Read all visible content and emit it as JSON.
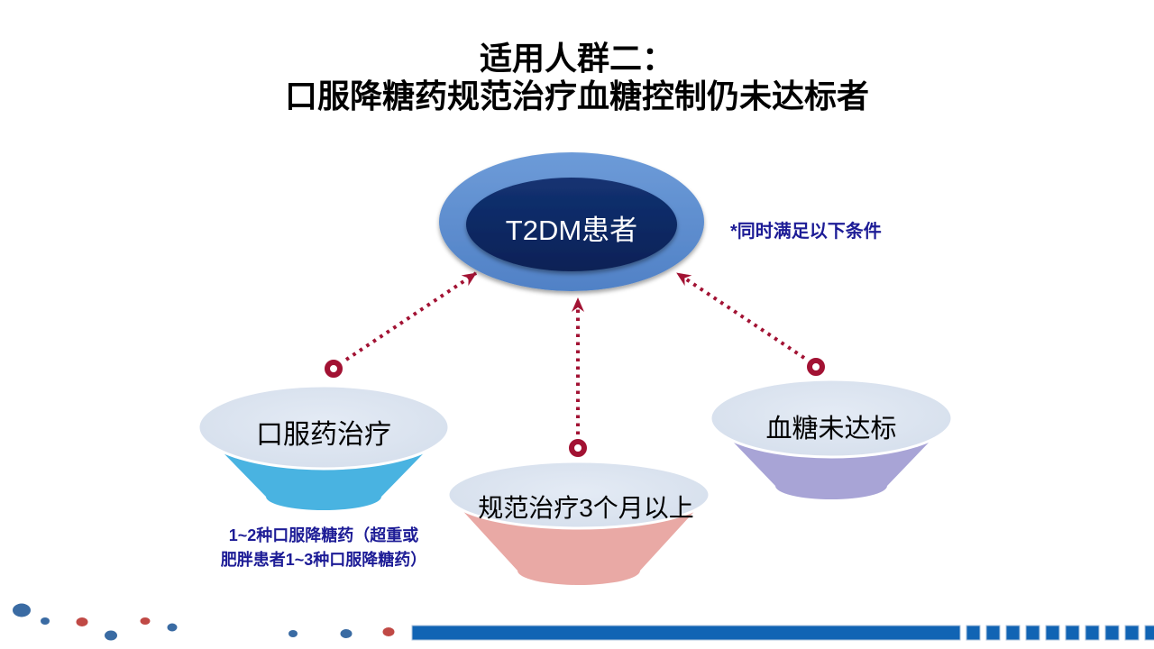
{
  "title": {
    "line1": "适用人群二：",
    "line2": "口服降糖药规范治疗血糖控制仍未达标者"
  },
  "diagram": {
    "center": {
      "label": "T2DM患者"
    },
    "note": "*同时满足以下条件",
    "bowls": [
      {
        "label": "口服药治疗",
        "body_color": "#49b3e1"
      },
      {
        "label": "规范治疗3个月以上",
        "body_color": "#e9a9a5"
      },
      {
        "label": "血糖未达标",
        "body_color": "#a8a4d6"
      }
    ],
    "caption": {
      "line1": "1~2种口服降糖药（超重或",
      "line2": "肥胖患者1~3种口服降糖药）"
    }
  },
  "colors": {
    "outer_ellipse": "#5c8dd0",
    "inner_ellipse": "#0e2a63",
    "bowl_rim": "#dae3f0",
    "arrow": "#a21233",
    "note_text": "#1d1c96",
    "footer_bar": "#1164b4",
    "decor_blue": "#3a6ba3",
    "decor_red": "#c04945"
  }
}
